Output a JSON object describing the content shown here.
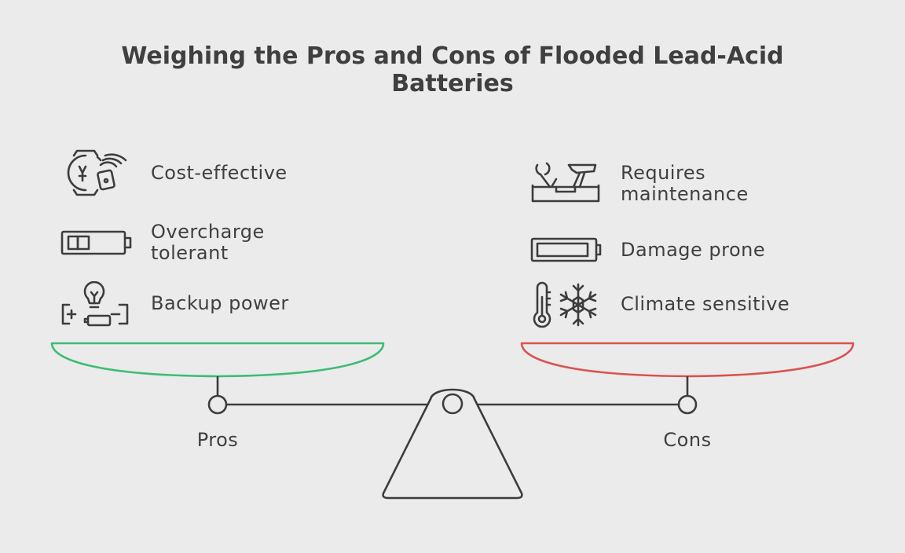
{
  "title": {
    "line1": "Weighing the Pros and Cons of Flooded Lead-Acid",
    "line2": "Batteries"
  },
  "pros": {
    "label": "Pros",
    "color": "#3dbd74",
    "items": [
      {
        "label": "Cost-effective",
        "icon": "smartwatch-icon"
      },
      {
        "label": "Overcharge\ntolerant",
        "icon": "battery-half-icon"
      },
      {
        "label": "Backup power",
        "icon": "lightbulb-battery-icon"
      }
    ]
  },
  "cons": {
    "label": "Cons",
    "color": "#d9534f",
    "items": [
      {
        "label": "Requires\nmaintenance",
        "icon": "toolbox-icon"
      },
      {
        "label": "Damage prone",
        "icon": "battery-empty-icon"
      },
      {
        "label": "Climate sensitive",
        "icon": "thermometer-snowflake-icon"
      }
    ]
  }
}
